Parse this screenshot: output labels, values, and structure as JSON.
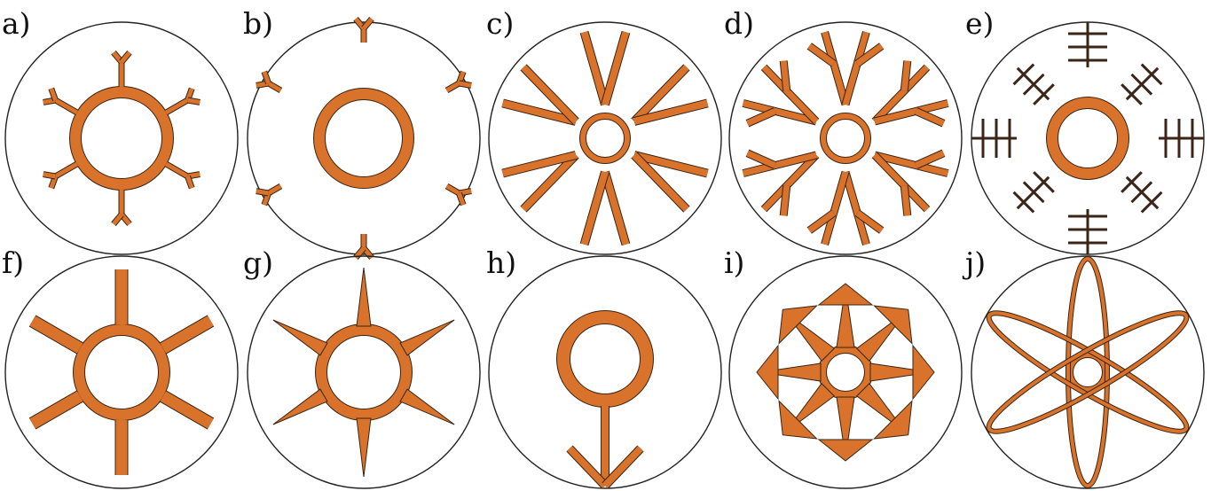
{
  "figure": {
    "panels": [
      {
        "id": "a",
        "label": "a)"
      },
      {
        "id": "b",
        "label": "b)"
      },
      {
        "id": "c",
        "label": "c)"
      },
      {
        "id": "d",
        "label": "d)"
      },
      {
        "id": "e",
        "label": "e)"
      },
      {
        "id": "f",
        "label": "f)"
      },
      {
        "id": "g",
        "label": "g)"
      },
      {
        "id": "h",
        "label": "h)"
      },
      {
        "id": "i",
        "label": "i)"
      },
      {
        "id": "j",
        "label": "j)"
      }
    ],
    "colors": {
      "electrode_fill": "#D9722A",
      "electrode_stroke": "#3a2414",
      "wire_dark": "#3b2418",
      "outline": "#222222",
      "background": "#ffffff"
    }
  }
}
